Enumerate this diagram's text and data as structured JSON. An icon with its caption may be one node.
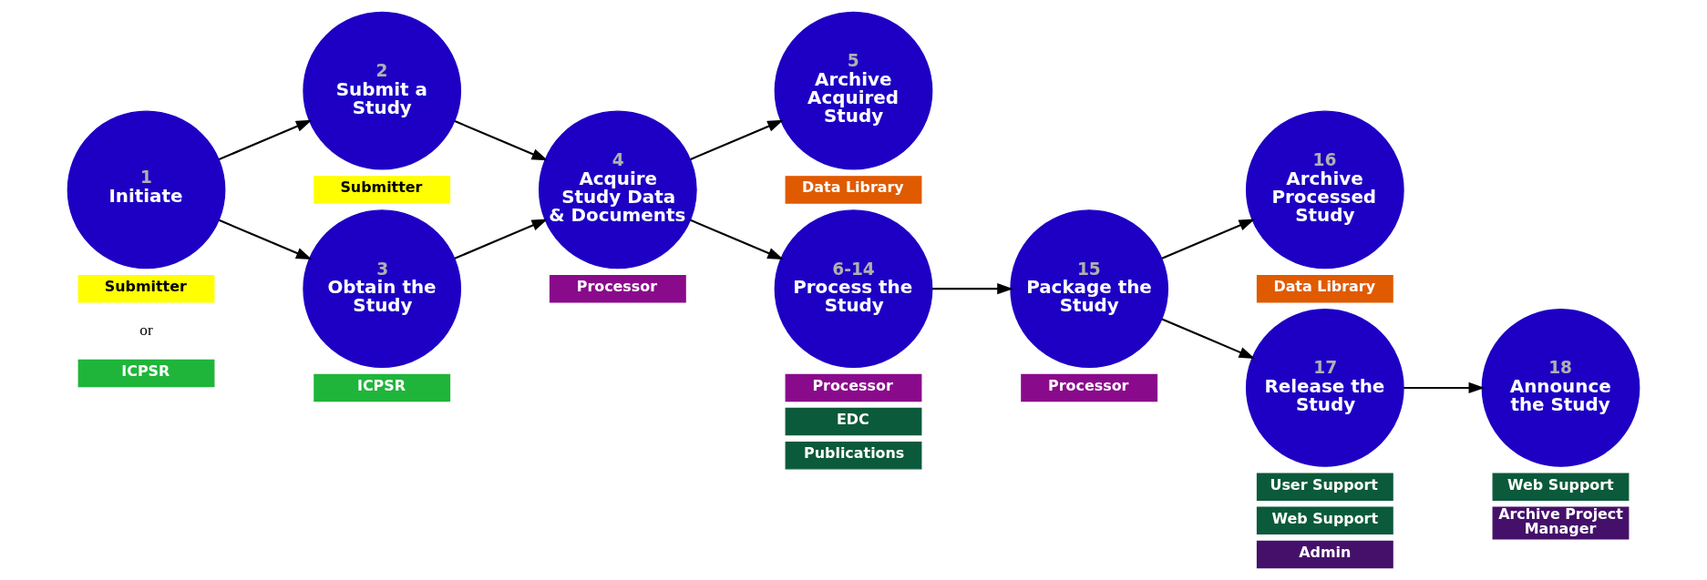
{
  "diagram": {
    "nodes": [
      {
        "text": [
          "1",
          "Initiate"
        ]
      },
      {
        "text": [
          "Submitter"
        ]
      },
      {
        "text": [
          "ICPSR"
        ]
      },
      {
        "text": [
          "2",
          "Submit a Study"
        ]
      },
      {
        "text": [
          "Submitter"
        ]
      },
      {
        "text": [
          "3",
          "Obtain the Study"
        ]
      },
      {
        "text": [
          "ICPSR"
        ]
      },
      {
        "text": [
          "4",
          "Acquire Study Data & Documents"
        ]
      },
      {
        "text": [
          "Processor"
        ]
      },
      {
        "text": [
          "5",
          "Archive Acquired Study"
        ]
      },
      {
        "text": [
          "Data Library"
        ]
      },
      {
        "text": [
          "6-14",
          "Process the Study"
        ]
      },
      {
        "text": [
          "Processor"
        ]
      },
      {
        "text": [
          "EDC"
        ]
      },
      {
        "text": [
          "Publications"
        ]
      },
      {
        "text": [
          "15",
          "Package the Study"
        ]
      },
      {
        "text": [
          "Processor"
        ]
      },
      {
        "text": [
          "16",
          "Archive Processed Study"
        ]
      },
      {
        "text": [
          "Data Library"
        ]
      },
      {
        "text": [
          "17",
          "Release the Study"
        ]
      },
      {
        "text": [
          "User Support"
        ]
      },
      {
        "text": [
          "Web Support"
        ]
      },
      {
        "text": [
          "Admin"
        ]
      },
      {
        "text": [
          "18",
          "Announce the Study"
        ]
      },
      {
        "text": [
          "Web Support"
        ]
      },
      {
        "text": [
          "Archive Project Manager"
        ]
      }
    ],
    "edges": [
      {
        "from": 0,
        "to": 3,
        "arrow": "to"
      },
      {
        "from": 0,
        "to": 5,
        "arrow": "to"
      },
      {
        "from": 3,
        "to": 7,
        "arrow": "to"
      },
      {
        "from": 5,
        "to": 7,
        "arrow": "to"
      },
      {
        "from": 7,
        "to": 9,
        "arrow": "to"
      },
      {
        "from": 7,
        "to": 11,
        "arrow": "to"
      },
      {
        "from": 11,
        "to": 15,
        "arrow": "to"
      },
      {
        "from": 15,
        "to": 17,
        "arrow": "to"
      },
      {
        "from": 15,
        "to": 19,
        "arrow": "to"
      },
      {
        "from": 19,
        "to": 23,
        "arrow": "to"
      }
    ],
    "labels": [
      "or"
    ]
  }
}
